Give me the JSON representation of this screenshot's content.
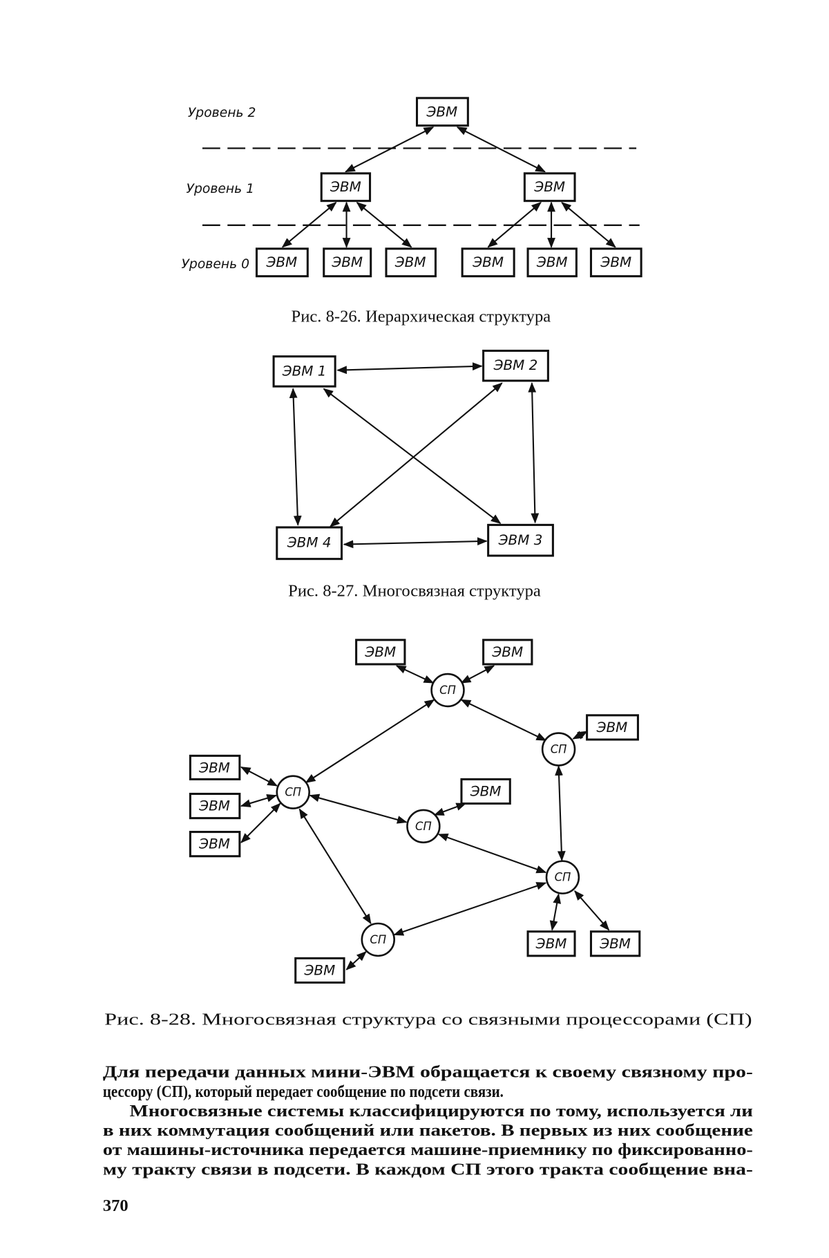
{
  "fig26": {
    "levels": [
      "Уровень 2",
      "Уровень 1",
      "Уровень 0"
    ],
    "node_label": "ЭВМ",
    "caption": "Рис. 8-26. Иерархическая структура"
  },
  "fig27": {
    "nodes": [
      "ЭВМ 1",
      "ЭВМ 2",
      "ЭВМ 3",
      "ЭВМ 4"
    ],
    "caption": "Рис. 8-27. Многосвязная структура"
  },
  "fig28": {
    "computer_label": "ЭВМ",
    "processor_label": "СП",
    "caption": "Рис. 8-28. Многосвязная структура со связными процессорами (СП)"
  },
  "text": {
    "lines": [
      "Для передачи данных мини-ЭВМ обращается к своему связному про-",
      "цессору (СП), который передает сообщение по подсети связи.",
      "Многосвязные системы классифицируются по тому, используется ли",
      "в них коммутация сообщений или пакетов. В первых из них сообщение",
      "от машины-источника передается машине-приемнику по фиксированно-",
      "му тракту связи в подсети. В каждом СП этого тракта сообщение вна-"
    ]
  },
  "page_number": "370"
}
